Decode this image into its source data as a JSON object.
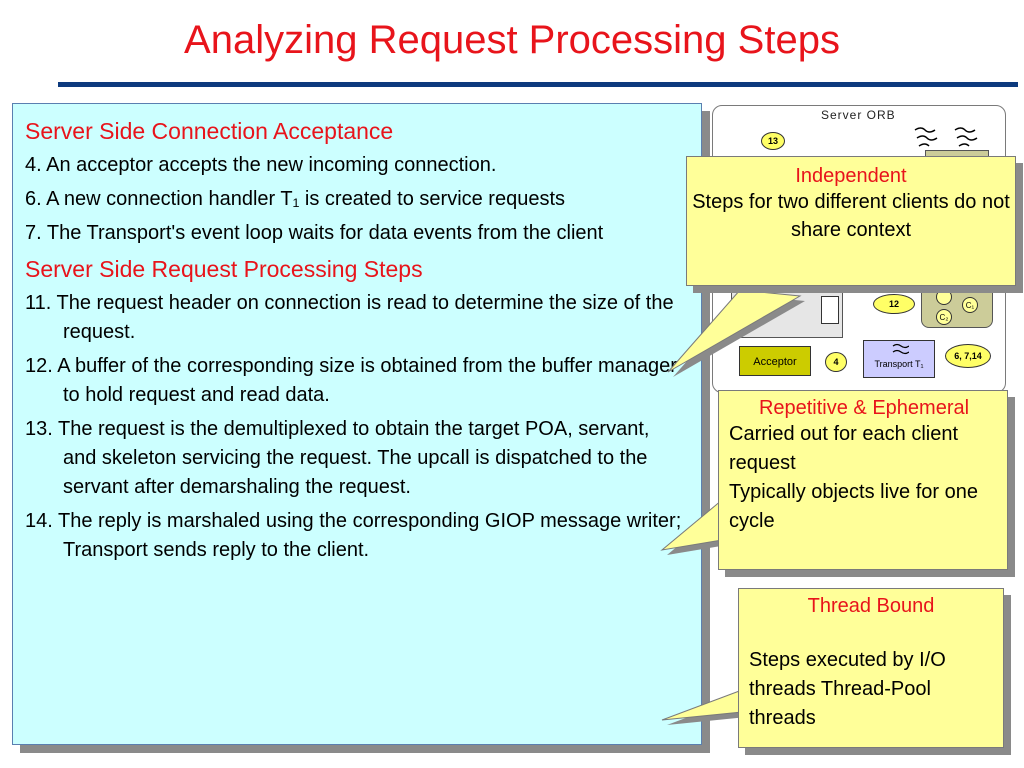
{
  "slide": {
    "title": "Analyzing Request Processing Steps"
  },
  "main": {
    "section1_title": "Server Side Connection Acceptance",
    "steps1": [
      "4. An acceptor accepts the new incoming connection.",
      "6. A new connection handler T₁ is created to service requests",
      "7. The Transport's event loop waits for data events from the client"
    ],
    "section2_title": "Server Side Request Processing Steps",
    "steps2": [
      "11. The request header on connection is read to determine the size of the request.",
      "12. A buffer of the corresponding size is obtained from the buffer manager to hold request and read data.",
      "13. The request is the demultiplexed to obtain the target POA, servant, and skeleton servicing the request. The upcall is dispatched to the servant after demarshaling the request.",
      "14. The reply is marshaled using the corresponding GIOP message writer; Transport sends reply to the client."
    ]
  },
  "diagram": {
    "label": "Server ORB",
    "acceptor": "Acceptor",
    "transport": "Transport T₁",
    "step_13": "13",
    "step_12": "12",
    "step_4": "4",
    "step_6_7_14": "6, 7,14",
    "c1": "C₁",
    "c2": "C₂"
  },
  "callouts": {
    "independent": {
      "title": "Independent",
      "body": "Steps for two different clients do not share context"
    },
    "repetitive": {
      "title": "Repetitive & Ephemeral",
      "line1": "Carried out for each client request",
      "line2": "Typically objects live for one cycle"
    },
    "thread_bound": {
      "title": "Thread Bound",
      "body": "Steps executed by I/O threads Thread-Pool threads"
    }
  },
  "colors": {
    "title_red": "#e8141b",
    "rule_blue": "#0d3a7e",
    "main_bg": "#ccffff",
    "callout_bg": "#ffff99"
  }
}
